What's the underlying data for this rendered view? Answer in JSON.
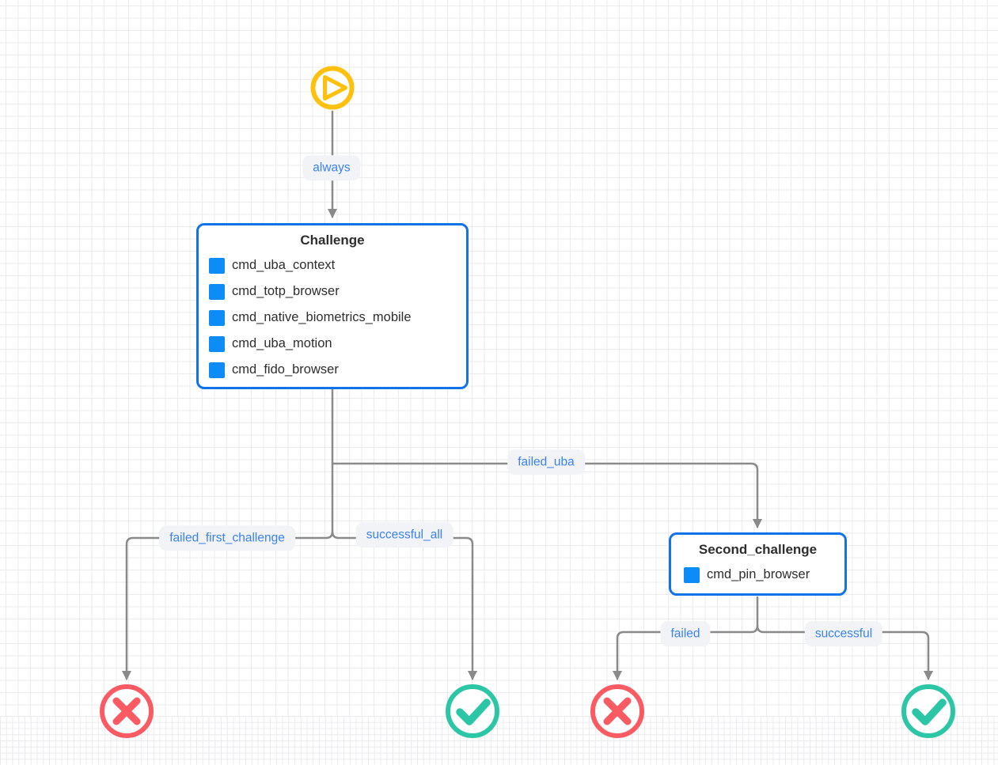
{
  "colors": {
    "start_node": "#ffc10d",
    "node_border": "#1173e8",
    "item_square": "#0d8bf7",
    "edge": "#8a8a8a",
    "label_text": "#3b82f6",
    "label_bg": "#f2f3f6",
    "fail_node": "#fa5a62",
    "success_node": "#2bc6a5",
    "text": "#2e2e2e",
    "grid_line": "#ebebee",
    "canvas_bg": "#ffffff"
  },
  "diagram": {
    "start_node": {
      "type": "start",
      "icon": "play-circle-icon"
    },
    "nodes": [
      {
        "id": "challenge",
        "title": "Challenge",
        "items": [
          "cmd_uba_context",
          "cmd_totp_browser",
          "cmd_native_biometrics_mobile",
          "cmd_uba_motion",
          "cmd_fido_browser"
        ]
      },
      {
        "id": "second_challenge",
        "title": "Second_challenge",
        "items": [
          "cmd_pin_browser"
        ]
      }
    ],
    "edges": [
      {
        "label": "always",
        "from": "start",
        "to": "Challenge"
      },
      {
        "label": "failed_uba",
        "from": "Challenge",
        "to": "Second_challenge"
      },
      {
        "label": "failed_first_challenge",
        "from": "Challenge",
        "to": "fail-end-1"
      },
      {
        "label": "successful_all",
        "from": "Challenge",
        "to": "success-end-1"
      },
      {
        "label": "failed",
        "from": "Second_challenge",
        "to": "fail-end-2"
      },
      {
        "label": "successful",
        "from": "Second_challenge",
        "to": "success-end-2"
      }
    ],
    "end_nodes": [
      {
        "id": "fail-end-1",
        "type": "fail",
        "icon": "x-circle-icon"
      },
      {
        "id": "success-end-1",
        "type": "success",
        "icon": "check-circle-icon"
      },
      {
        "id": "fail-end-2",
        "type": "fail",
        "icon": "x-circle-icon"
      },
      {
        "id": "success-end-2",
        "type": "success",
        "icon": "check-circle-icon"
      }
    ]
  }
}
